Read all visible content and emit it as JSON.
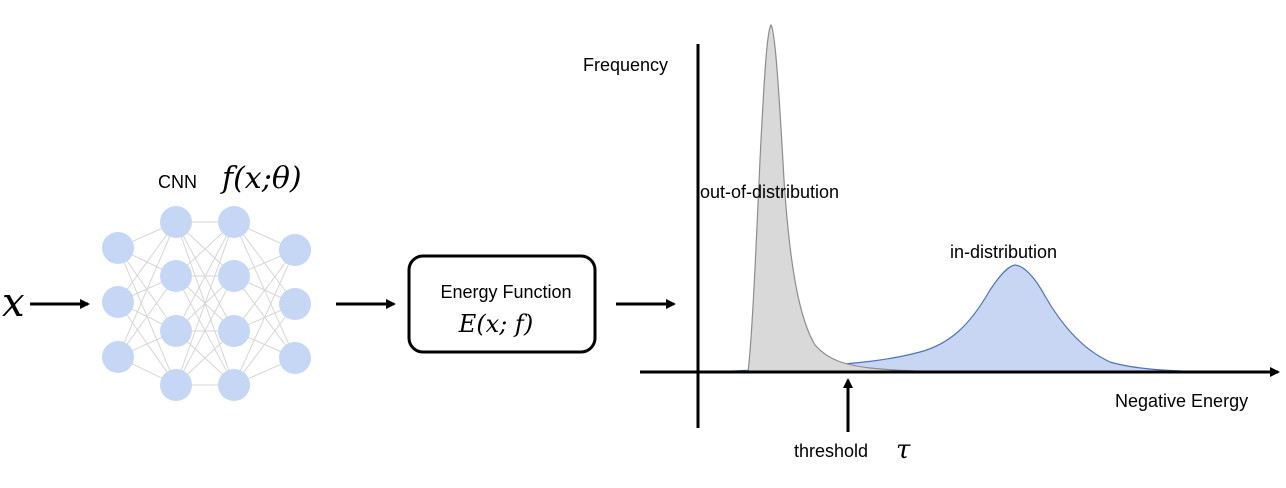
{
  "input": {
    "symbol": "x"
  },
  "network": {
    "label": "CNN",
    "formula": "f(x;θ)",
    "node_color": "#c6d7f6",
    "edge_color": "#d6d6d6"
  },
  "energy_box": {
    "title": "Energy Function",
    "formula": "E(x; f)"
  },
  "plot": {
    "y_label": "Frequency",
    "x_label": "Negative Energy",
    "threshold_label": "threshold",
    "threshold_symbol": "τ",
    "ood_label": "out-of-distribution",
    "id_label": "in-distribution",
    "ood_fill": "#d9d9d9",
    "ood_stroke": "#8c8c8c",
    "id_fill": "#c9d6f3",
    "id_stroke": "#4f73bd"
  }
}
